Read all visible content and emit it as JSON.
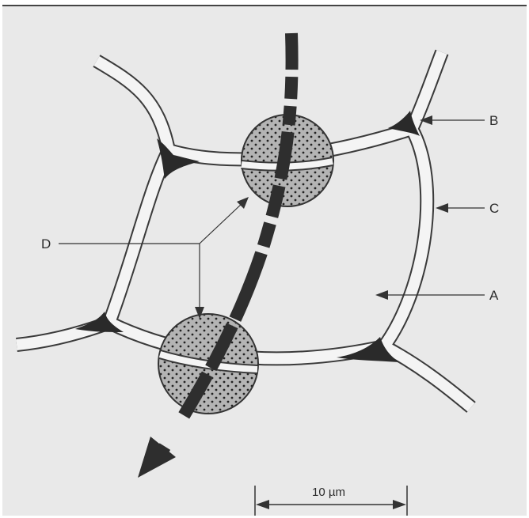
{
  "diagram": {
    "labels": {
      "a": "A",
      "b": "B",
      "c": "C",
      "d": "D"
    },
    "scale_bar": {
      "label": "10 µm"
    },
    "colors": {
      "background_panel": "#e9e9e9",
      "wall": "#f4f4f4",
      "wall_outline": "#3a3a3a",
      "middle_lamella": "#2a2a2a",
      "pit_field": "#b4b4b4",
      "arrow": "#2e2e2e",
      "leader_line": "#333333"
    }
  }
}
